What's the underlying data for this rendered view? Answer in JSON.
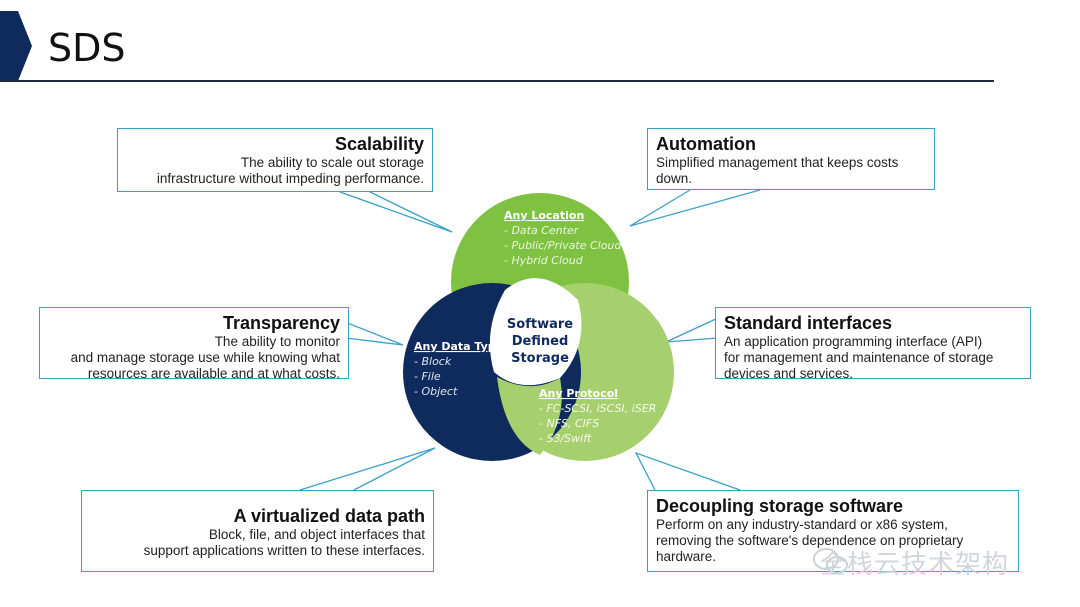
{
  "title": "SDS",
  "center_label": [
    "Software",
    "Defined",
    "Storage"
  ],
  "circles": {
    "location": {
      "heading": "Any Location",
      "items": [
        "- Data Center",
        "- Public/Private Cloud",
        "- Hybrid Cloud"
      ],
      "color": "#7fc241"
    },
    "data_type": {
      "heading": "Any Data Type",
      "items": [
        "- Block",
        "- File",
        "- Object"
      ],
      "color": "#0f2a5c"
    },
    "protocol": {
      "heading": "Any Protocol",
      "items": [
        "- FC-SCSI, iSCSI, iSER",
        "- NFS, CIFS",
        "- S3/Swift"
      ],
      "color": "#a6d06d"
    }
  },
  "boxes": {
    "scalability": {
      "heading": "Scalability",
      "desc": "The ability to scale out storage\ninfrastructure without impeding performance."
    },
    "automation": {
      "heading": "Automation",
      "desc": "Simplified management that keeps costs\ndown."
    },
    "transparency": {
      "heading": "Transparency",
      "desc": "The ability to monitor\nand manage storage use while knowing what\nresources are available and at what costs."
    },
    "standard_interfaces": {
      "heading": "Standard interfaces",
      "desc": "An application programming interface (API)\nfor management and maintenance of storage\ndevices and services."
    },
    "virtualized_data_path": {
      "heading": "A virtualized data path",
      "desc": "Block, file, and object interfaces that\nsupport applications written to these interfaces."
    },
    "decoupling": {
      "heading": "Decoupling storage software",
      "desc": "Perform on any industry-standard or x86 system,\nremoving the software's dependence on proprietary\nhardware."
    }
  },
  "watermark": "全栈云技术架构",
  "colors": {
    "accent": "#0f2a5c",
    "box_border": "#3aa0c8"
  }
}
